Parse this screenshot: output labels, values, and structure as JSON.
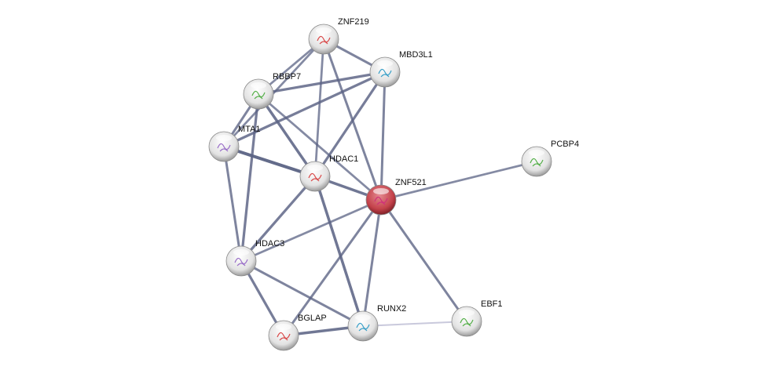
{
  "colors": {
    "edge": "#5b6384",
    "edge_light": "#a9a9c7",
    "node": "#e6e6e6",
    "query_node": "#c8474f"
  },
  "nodes": [
    {
      "id": "ZNF219",
      "label": "ZNF219",
      "query": false
    },
    {
      "id": "MBD3L1",
      "label": "MBD3L1",
      "query": false
    },
    {
      "id": "RBBP7",
      "label": "RBBP7",
      "query": false
    },
    {
      "id": "MTA1",
      "label": "MTA1",
      "query": false
    },
    {
      "id": "HDAC1",
      "label": "HDAC1",
      "query": false
    },
    {
      "id": "ZNF521",
      "label": "ZNF521",
      "query": true
    },
    {
      "id": "PCBP4",
      "label": "PCBP4",
      "query": false
    },
    {
      "id": "HDAC3",
      "label": "HDAC3",
      "query": false
    },
    {
      "id": "BGLAP",
      "label": "BGLAP",
      "query": false
    },
    {
      "id": "RUNX2",
      "label": "RUNX2",
      "query": false
    },
    {
      "id": "EBF1",
      "label": "EBF1",
      "query": false
    }
  ],
  "edges": [
    {
      "a": "ZNF219",
      "b": "MBD3L1",
      "w": 0.6
    },
    {
      "a": "ZNF219",
      "b": "RBBP7",
      "w": 0.5
    },
    {
      "a": "ZNF219",
      "b": "MTA1",
      "w": 0.5
    },
    {
      "a": "ZNF219",
      "b": "HDAC1",
      "w": 0.5
    },
    {
      "a": "ZNF219",
      "b": "ZNF521",
      "w": 0.6
    },
    {
      "a": "MBD3L1",
      "b": "RBBP7",
      "w": 0.7
    },
    {
      "a": "MBD3L1",
      "b": "MTA1",
      "w": 0.7
    },
    {
      "a": "MBD3L1",
      "b": "HDAC1",
      "w": 0.7
    },
    {
      "a": "MBD3L1",
      "b": "ZNF521",
      "w": 0.6
    },
    {
      "a": "RBBP7",
      "b": "MTA1",
      "w": 0.6
    },
    {
      "a": "RBBP7",
      "b": "HDAC1",
      "w": 0.8
    },
    {
      "a": "RBBP7",
      "b": "ZNF521",
      "w": 0.5
    },
    {
      "a": "RBBP7",
      "b": "HDAC3",
      "w": 0.7
    },
    {
      "a": "MTA1",
      "b": "HDAC1",
      "w": 1.0
    },
    {
      "a": "MTA1",
      "b": "HDAC3",
      "w": 0.6
    },
    {
      "a": "HDAC1",
      "b": "ZNF521",
      "w": 0.8
    },
    {
      "a": "HDAC1",
      "b": "HDAC3",
      "w": 0.7
    },
    {
      "a": "HDAC1",
      "b": "RUNX2",
      "w": 0.8
    },
    {
      "a": "ZNF521",
      "b": "PCBP4",
      "w": 0.5
    },
    {
      "a": "ZNF521",
      "b": "HDAC3",
      "w": 0.5
    },
    {
      "a": "ZNF521",
      "b": "BGLAP",
      "w": 0.6
    },
    {
      "a": "ZNF521",
      "b": "RUNX2",
      "w": 0.6
    },
    {
      "a": "ZNF521",
      "b": "EBF1",
      "w": 0.6
    },
    {
      "a": "HDAC3",
      "b": "BGLAP",
      "w": 0.7
    },
    {
      "a": "HDAC3",
      "b": "RUNX2",
      "w": 0.6
    },
    {
      "a": "BGLAP",
      "b": "RUNX2",
      "w": 0.8
    },
    {
      "a": "RUNX2",
      "b": "EBF1",
      "w": 0.2
    }
  ]
}
